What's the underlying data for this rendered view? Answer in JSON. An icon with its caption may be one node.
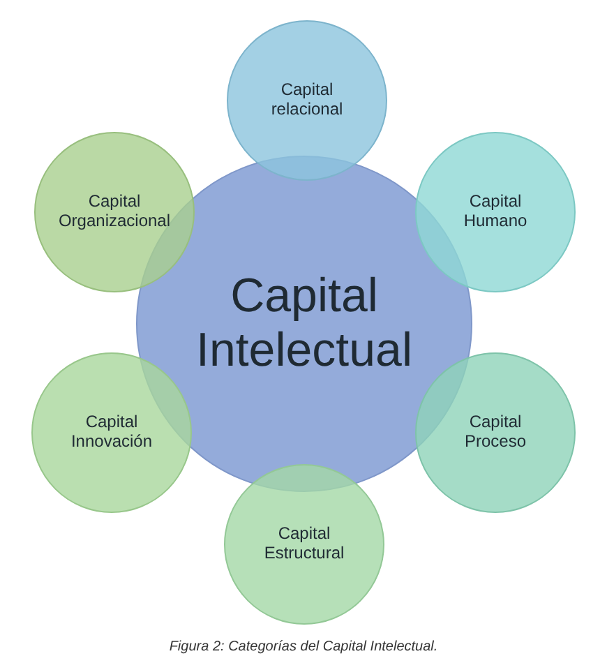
{
  "diagram": {
    "caption": "Figura 2: Categorías del Capital Intelectual.",
    "nodes": [
      {
        "text": [
          "Capital Intelectual"
        ]
      },
      {
        "text": [
          "Capital relacional"
        ]
      },
      {
        "text": [
          "Capital Humano"
        ]
      },
      {
        "text": [
          "Capital Proceso"
        ]
      },
      {
        "text": [
          "Capital Estructural"
        ]
      },
      {
        "text": [
          "Capital Innovación"
        ]
      },
      {
        "text": [
          "Capital Organizacional"
        ]
      }
    ],
    "edges": []
  }
}
